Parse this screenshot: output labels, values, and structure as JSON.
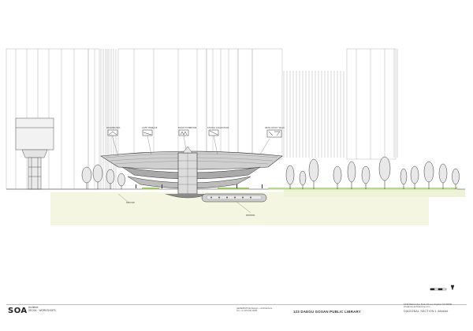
{
  "drawing": {
    "callouts": [
      {
        "label": "LEADING SEA"
      },
      {
        "label": "CAFE TERRACE"
      },
      {
        "label": "BOOK EXHIBITION"
      },
      {
        "label": "STUDIO COLLECTION"
      },
      {
        "label": "READ-STUDY WALK"
      }
    ],
    "lower_labels": [
      {
        "label": "PARKING"
      },
      {
        "label": "SERVICE"
      }
    ]
  },
  "title_block": {
    "logo": "SOA",
    "logo_sub_1": "Architect",
    "logo_sub_2": "SEOUL · WORKSHOPS",
    "credits_1": "GENERATIVE Design + Architecture",
    "credits_2": "Tel. +1 215 000 0000",
    "address_1": "1234 Walnut Ave Suite 10 Los Angeles CA 90000",
    "address_2": "info@soa-architecture.com",
    "project_title": "123 DAEGU GOSAN PUBLIC LIBRARY",
    "sheet_title": "DIAGONAL SECTION 1 ######"
  }
}
